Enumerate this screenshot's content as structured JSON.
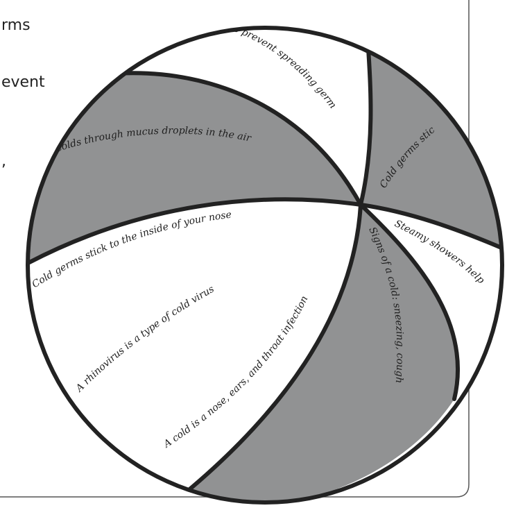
{
  "background_fragments": [
    "rms",
    "event",
    ","
  ],
  "ball": {
    "colors": {
      "outline": "#222222",
      "gray_panel": "#919293",
      "white_panel": "#ffffff"
    },
    "facts": {
      "hands": "ands helps prevent spreading germ",
      "spread": "pread colds through mucus droplets in the air",
      "stick_gray": "Cold germs stic",
      "stick_inside": "Cold germs stick to the inside of your nose",
      "rhinovirus": "A rhinovirus is a type of cold virus",
      "infection": "A cold is a nose, ears, and throat infection",
      "signs": "Signs of a cold: sneezing, cough",
      "steamy": "Steamy showers help"
    }
  }
}
